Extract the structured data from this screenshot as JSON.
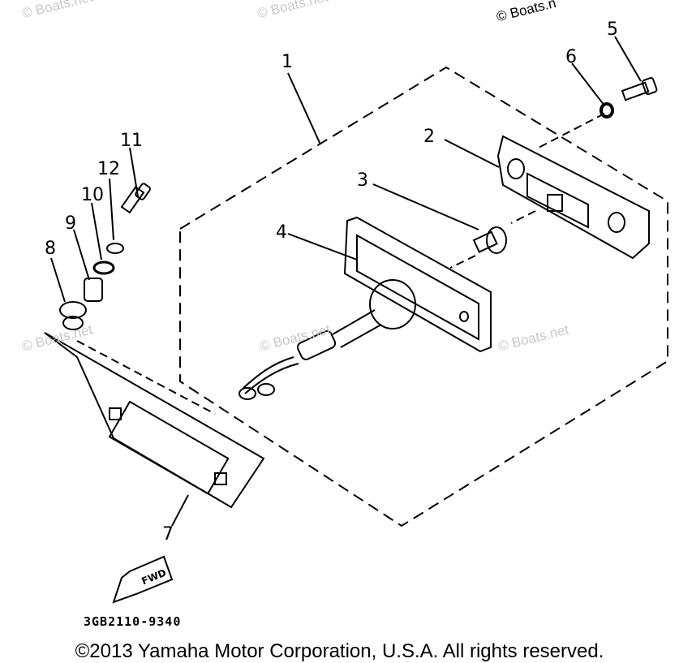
{
  "watermarks": [
    "© Boats.net",
    "© Boats.net",
    "© Boats.n",
    "© Boats.net",
    "© Boats.net",
    "© Boats.net"
  ],
  "callouts": [
    "1",
    "2",
    "3",
    "4",
    "5",
    "6",
    "7",
    "8",
    "9",
    "10",
    "11",
    "12"
  ],
  "fwd_label": "FWD",
  "part_code": "3GB2110-9340",
  "copyright": "©2013 Yamaha Motor Corporation, U.S.A. All rights reserved."
}
